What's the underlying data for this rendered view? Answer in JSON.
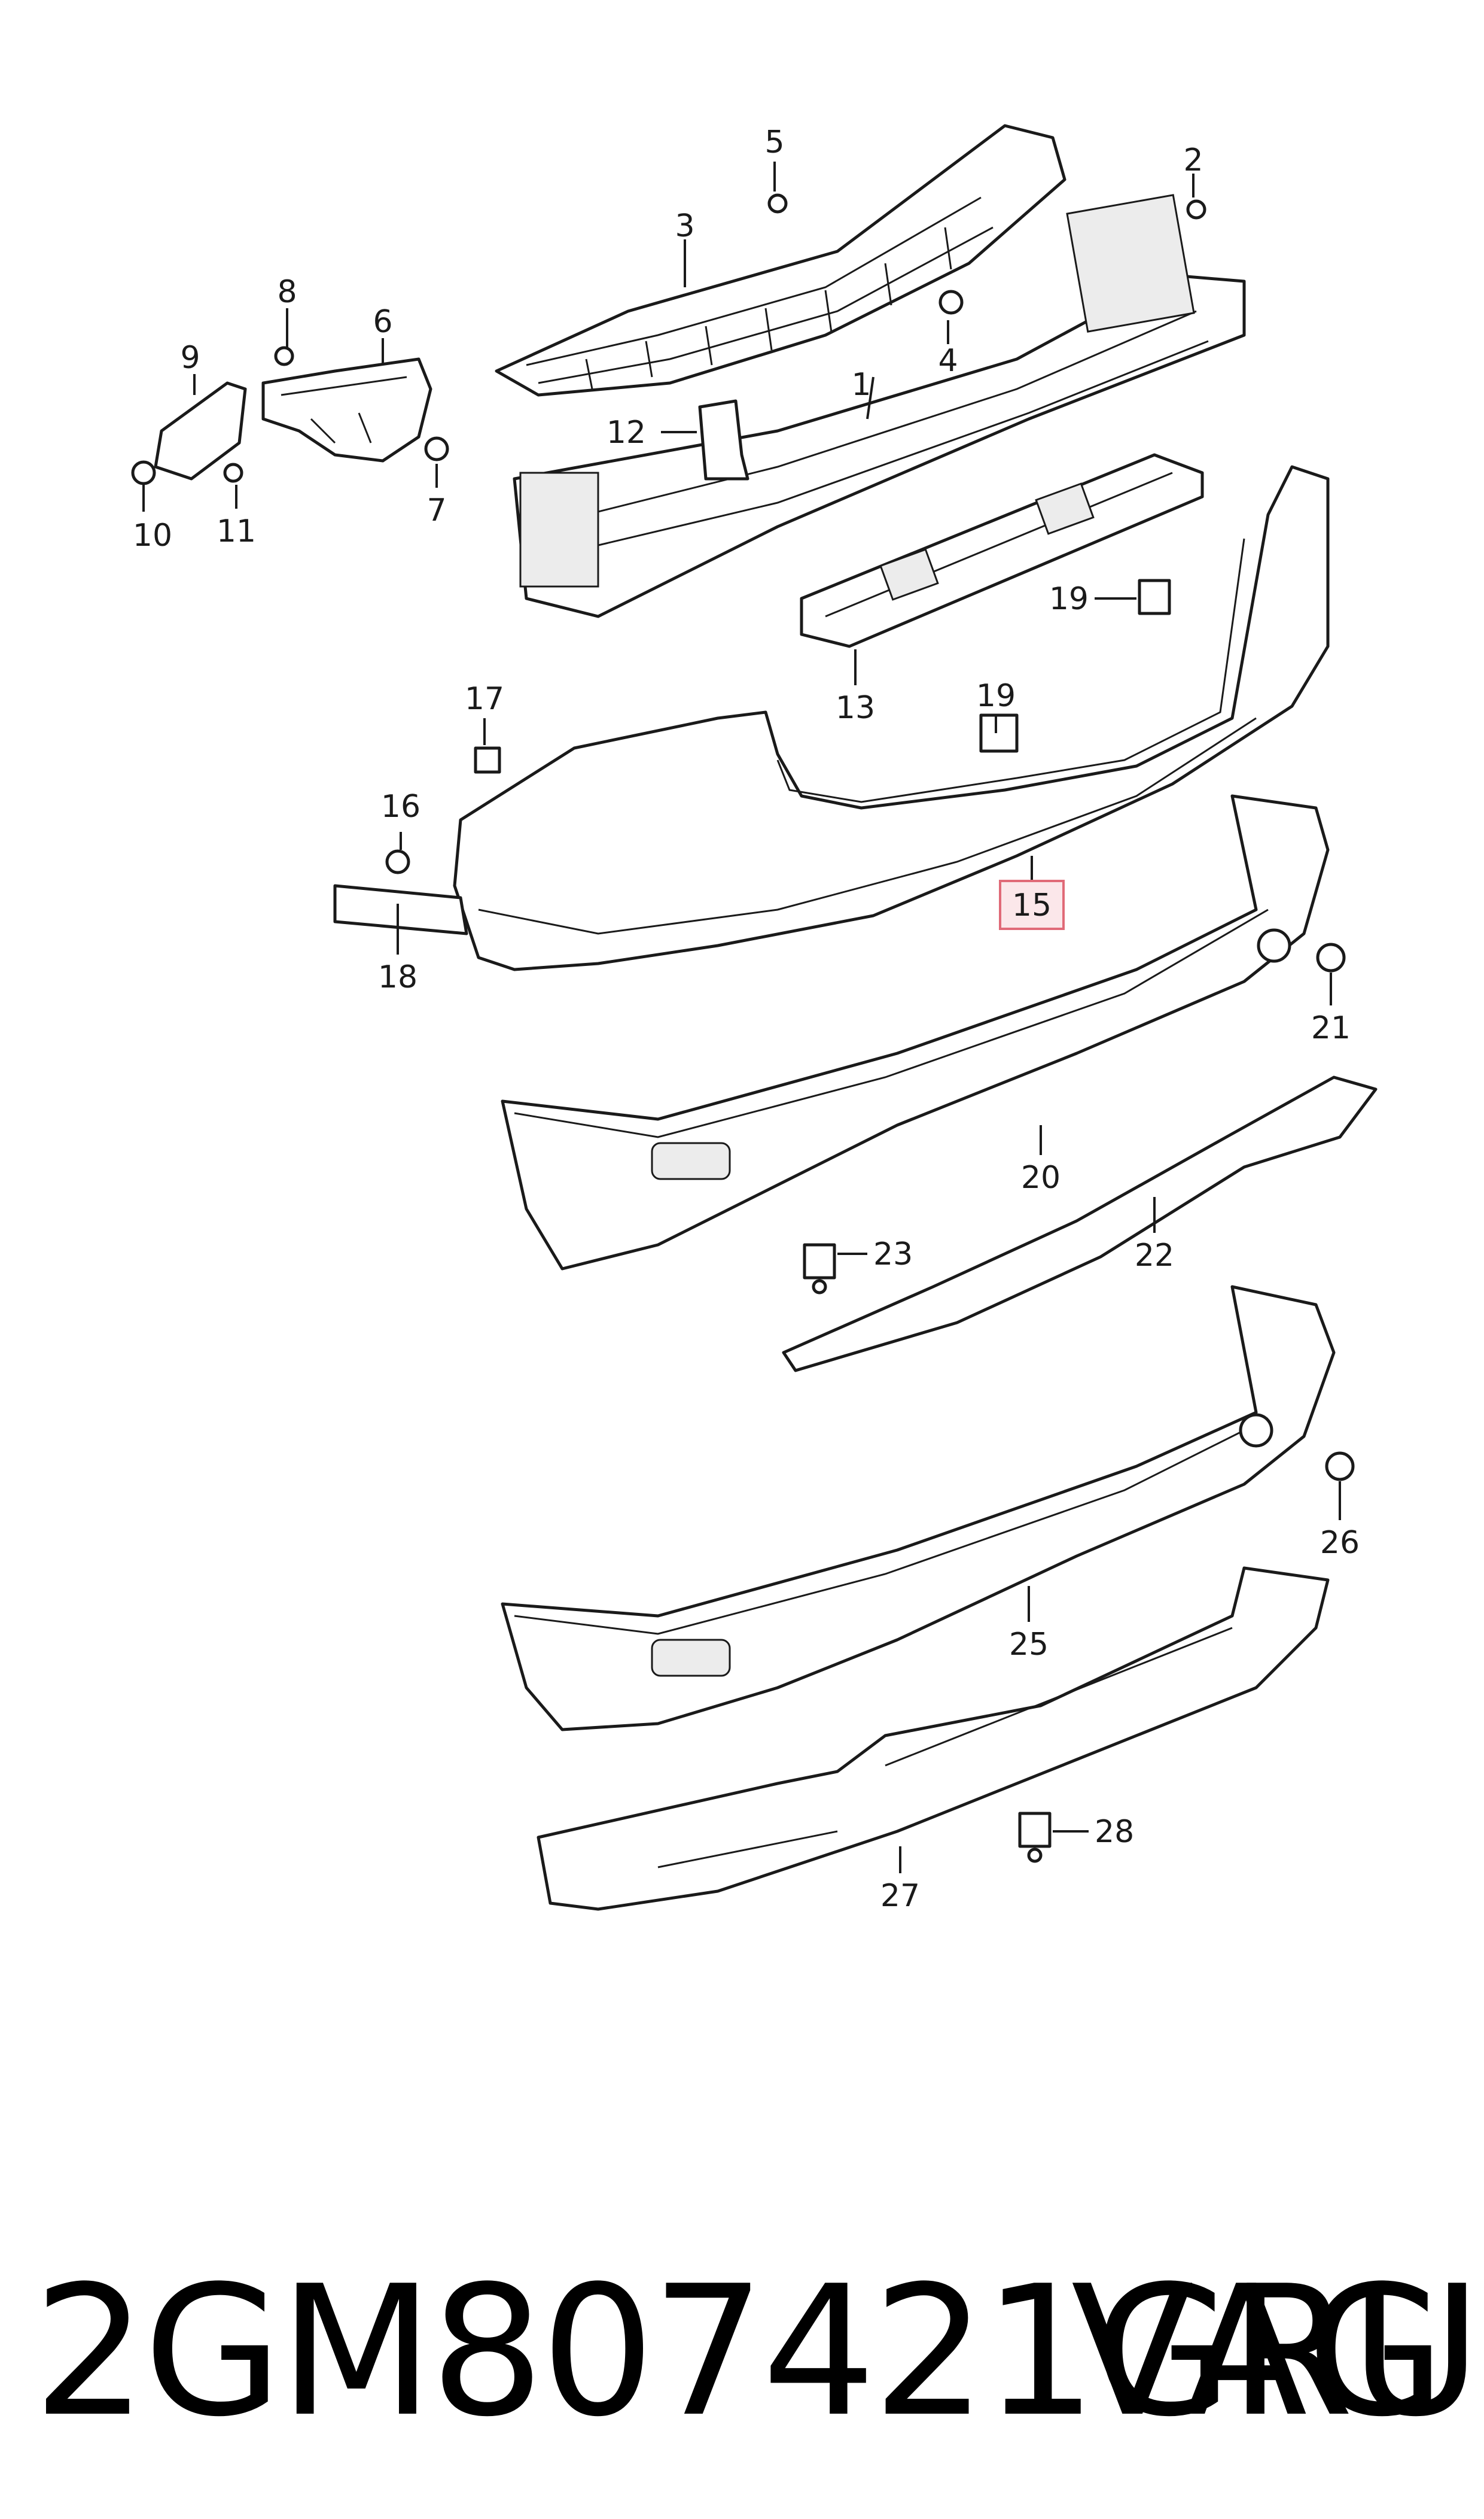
{
  "diagram": {
    "callouts": [
      {
        "id": "c1",
        "text": "1"
      },
      {
        "id": "c2",
        "text": "2"
      },
      {
        "id": "c3",
        "text": "3"
      },
      {
        "id": "c4",
        "text": "4"
      },
      {
        "id": "c5",
        "text": "5"
      },
      {
        "id": "c6",
        "text": "6"
      },
      {
        "id": "c7",
        "text": "7"
      },
      {
        "id": "c8",
        "text": "8"
      },
      {
        "id": "c9",
        "text": "9"
      },
      {
        "id": "c10",
        "text": "10"
      },
      {
        "id": "c11",
        "text": "11"
      },
      {
        "id": "c12",
        "text": "12"
      },
      {
        "id": "c13",
        "text": "13"
      },
      {
        "id": "c15",
        "text": "15",
        "highlighted": true
      },
      {
        "id": "c16",
        "text": "16"
      },
      {
        "id": "c17",
        "text": "17"
      },
      {
        "id": "c18",
        "text": "18"
      },
      {
        "id": "c19a",
        "text": "19"
      },
      {
        "id": "c19b",
        "text": "19"
      },
      {
        "id": "c20",
        "text": "20"
      },
      {
        "id": "c21",
        "text": "21"
      },
      {
        "id": "c22",
        "text": "22"
      },
      {
        "id": "c23",
        "text": "23"
      },
      {
        "id": "c25",
        "text": "25"
      },
      {
        "id": "c26",
        "text": "26"
      },
      {
        "id": "c27",
        "text": "27"
      },
      {
        "id": "c28",
        "text": "28"
      }
    ],
    "highlight_color": "#e06a78"
  },
  "footer": {
    "part_number": "2GM807421GRU",
    "brand": "VAG"
  }
}
